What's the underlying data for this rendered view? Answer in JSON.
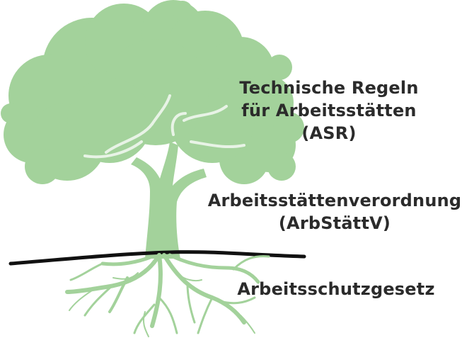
{
  "colors": {
    "tree": "#a3d29b",
    "ground": "#111111",
    "text": "#2b2b2b",
    "background": "#ffffff"
  },
  "labels": {
    "asr": {
      "line1": "Technische Regeln",
      "line2": "für Arbeitsstätten",
      "line3": "(ASR)"
    },
    "arbstaettv": {
      "line1": "Arbeitsstättenverordnung",
      "line2": "(ArbStättV)"
    },
    "arbschg": {
      "line1": "Arbeitsschutzgesetz"
    }
  }
}
